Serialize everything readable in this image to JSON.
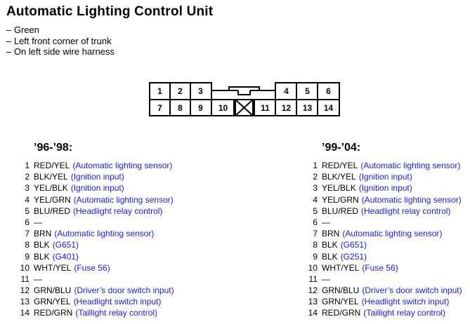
{
  "title": "Automatic Lighting Control Unit",
  "notes": [
    "– Green",
    "– Left front corner of trunk",
    "– On left side wire harness"
  ],
  "connector": {
    "top_pins": [
      "1",
      "2",
      "3",
      "4",
      "5",
      "6"
    ],
    "bottom_pins": [
      "7",
      "8",
      "9",
      "10",
      "11",
      "12",
      "13",
      "14"
    ]
  },
  "left": {
    "heading": "’96-’98:",
    "pins": [
      {
        "num": "1",
        "wire": "RED/YEL",
        "desc": "(Automatic lighting sensor)"
      },
      {
        "num": "2",
        "wire": "BLK/YEL",
        "desc": "(Ignition input)"
      },
      {
        "num": "3",
        "wire": "YEL/BLK",
        "desc": "(Ignition input)"
      },
      {
        "num": "4",
        "wire": "YEL/GRN",
        "desc": "(Automatic lighting sensor)"
      },
      {
        "num": "5",
        "wire": "BLU/RED",
        "desc": "(Headlight relay control)"
      },
      {
        "num": "6",
        "wire": "—",
        "desc": ""
      },
      {
        "num": "7",
        "wire": "BRN",
        "desc": "(Automatic lighting sensor)"
      },
      {
        "num": "8",
        "wire": "BLK",
        "desc": "(G651)"
      },
      {
        "num": "9",
        "wire": "BLK",
        "desc": "(G401)"
      },
      {
        "num": "10",
        "wire": "WHT/YEL",
        "desc": "(Fuse 56)"
      },
      {
        "num": "11",
        "wire": "—",
        "desc": ""
      },
      {
        "num": "12",
        "wire": "GRN/BLU",
        "desc": "(Driver’s door switch input)"
      },
      {
        "num": "13",
        "wire": "GRN/YEL",
        "desc": "(Headlight switch input)"
      },
      {
        "num": "14",
        "wire": "RED/GRN",
        "desc": "(Taillight relay control)"
      }
    ]
  },
  "right": {
    "heading": "’99-’04:",
    "pins": [
      {
        "num": "1",
        "wire": "RED/YEL",
        "desc": "(Automatic lighting sensor)"
      },
      {
        "num": "2",
        "wire": "BLK/YEL",
        "desc": "(Ignition input)"
      },
      {
        "num": "3",
        "wire": "YEL/BLK",
        "desc": "(Ignition input)"
      },
      {
        "num": "4",
        "wire": "YEL/GRN",
        "desc": "(Automatic lighting sensor)"
      },
      {
        "num": "5",
        "wire": "BLU/RED",
        "desc": "(Headlight relay control)"
      },
      {
        "num": "6",
        "wire": "—",
        "desc": ""
      },
      {
        "num": "7",
        "wire": "BRN",
        "desc": "(Automatic lighting sensor)"
      },
      {
        "num": "8",
        "wire": "BLK",
        "desc": "(G651)"
      },
      {
        "num": "9",
        "wire": "BLK",
        "desc": "(G251)"
      },
      {
        "num": "10",
        "wire": "WHT/YEL",
        "desc": "(Fuse 56)"
      },
      {
        "num": "11",
        "wire": "—",
        "desc": ""
      },
      {
        "num": "12",
        "wire": "GRN/BLU",
        "desc": "(Driver’s door switch input)"
      },
      {
        "num": "13",
        "wire": "GRN/YEL",
        "desc": "(Headlight switch input)"
      },
      {
        "num": "14",
        "wire": "RED/GRN",
        "desc": "(Taillight relay control)"
      }
    ]
  },
  "colors": {
    "description_text": "#1a1ad0",
    "outline": "#000000"
  }
}
